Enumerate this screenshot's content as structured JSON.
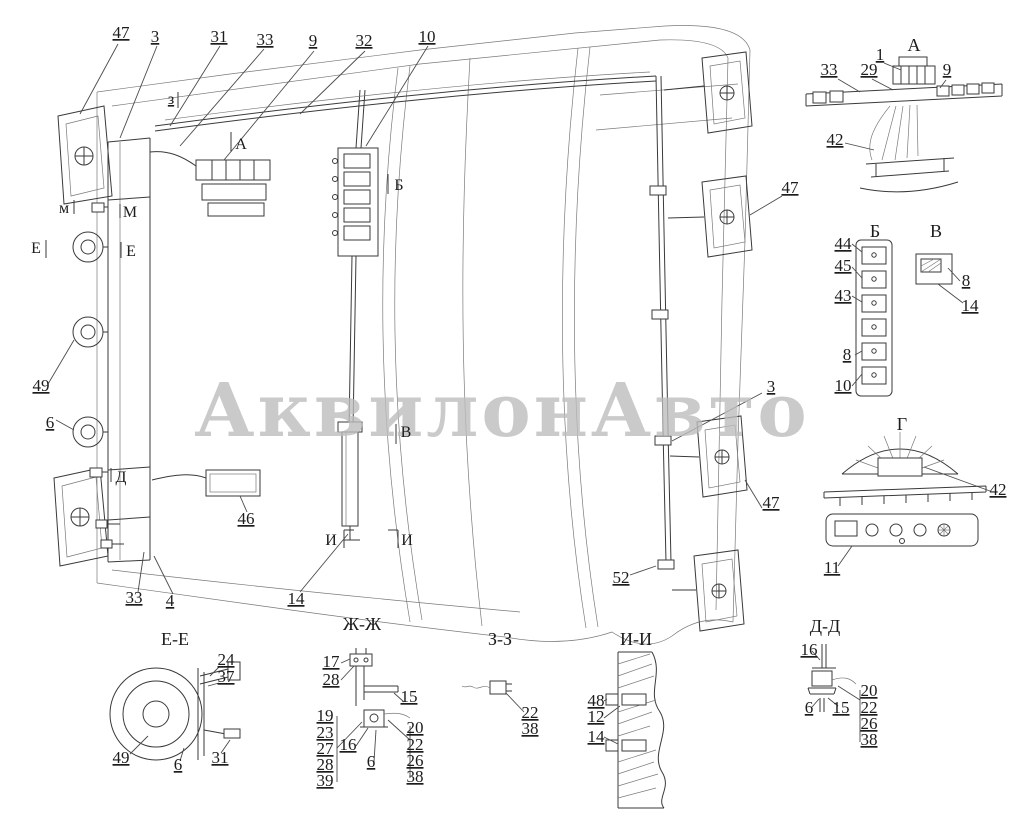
{
  "watermark": "АквилонАвто",
  "colors": {
    "ink": "#2b2b2b",
    "watermark_gray": "#bdbdbd"
  },
  "main": {
    "top_callouts": [
      "47",
      "3",
      "31",
      "33",
      "9",
      "32",
      "10"
    ],
    "markers": {
      "z": "з",
      "a": "А",
      "b": "Б",
      "m_lower": "м",
      "m_upper": "М",
      "e_outer": "Е",
      "e_inner": "Е",
      "d": "Д",
      "v": "В",
      "i_left": "И",
      "i_right": "И"
    },
    "left_callouts": {
      "n49": "49",
      "n6": "6"
    },
    "bottom_callouts": {
      "n33": "33",
      "n4": "4",
      "n14": "14",
      "n52": "52"
    },
    "right_callouts": {
      "n3": "3",
      "n47_upper": "47",
      "n47_lower": "47"
    },
    "n46": "46"
  },
  "detail_a": {
    "title": "А",
    "n1": "1",
    "n33": "33",
    "n29": "29",
    "n9": "9",
    "n42": "42"
  },
  "detail_b": {
    "title": "Б",
    "n44": "44",
    "n45": "45",
    "n43": "43",
    "n8": "8",
    "n10": "10"
  },
  "detail_v": {
    "title": "В",
    "n8": "8",
    "n14": "14"
  },
  "detail_g": {
    "title": "Г",
    "n42": "42",
    "n11": "11"
  },
  "detail_ee": {
    "title": "Е-Е",
    "n24": "24",
    "n37": "37",
    "n49": "49",
    "n6": "6",
    "n31": "31"
  },
  "detail_zh": {
    "title": "Ж-Ж",
    "n17": "17",
    "n28_top": "28",
    "n15": "15",
    "n19": "19",
    "n23": "23",
    "n27": "27",
    "n28_bottom": "28",
    "n39": "39",
    "n16": "16",
    "n6": "6",
    "n20": "20",
    "n22": "22",
    "n26": "26",
    "n38": "38"
  },
  "detail_z": {
    "title": "З-З",
    "n22": "22",
    "n38": "38"
  },
  "detail_i": {
    "title": "И-И",
    "n48": "48",
    "n12": "12",
    "n14": "14"
  },
  "detail_d": {
    "title": "Д-Д",
    "n16": "16",
    "n6": "6",
    "n15": "15",
    "n20": "20",
    "n22": "22",
    "n26": "26",
    "n38": "38"
  }
}
